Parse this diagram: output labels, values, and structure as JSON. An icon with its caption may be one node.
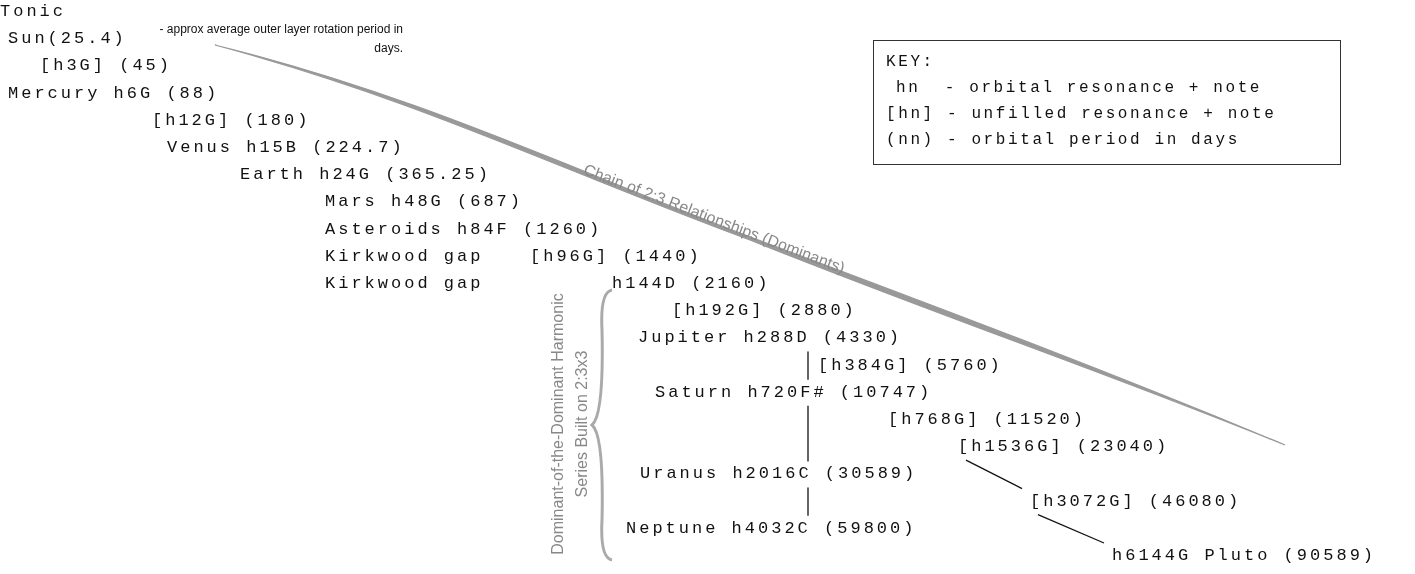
{
  "diagram": {
    "nodes": [
      {
        "text": [
          "KEY:",
          "hn  - orbital resonance + note",
          "[hn] - unfilled resonance + note",
          "(nn) - orbital period in days"
        ]
      },
      {
        "text": [
          "Jupiter h288D (4330)"
        ]
      },
      {
        "text": [
          "Saturn h720F# (10747)"
        ]
      },
      {
        "text": [
          "Uranus h2016C (30589)"
        ]
      },
      {
        "text": [
          "Neptune h4032C (59800)"
        ]
      },
      {
        "text": [
          "[h1536G] (23040)"
        ]
      },
      {
        "text": [
          "[h3072G] (46080)"
        ]
      },
      {
        "text": [
          "h6144G Pluto (90589)"
        ]
      }
    ],
    "edges": [
      {
        "from": 1,
        "to": 2,
        "arrow": "none"
      },
      {
        "from": 2,
        "to": 3,
        "arrow": "none"
      },
      {
        "from": 3,
        "to": 4,
        "arrow": "none"
      },
      {
        "from": 5,
        "to": 6,
        "arrow": "none"
      },
      {
        "from": 6,
        "to": 7,
        "arrow": "none"
      }
    ],
    "labels": [
      "Tonic",
      "Sun(25.4)",
      "- approx average outer layer rotation period in days.",
      "[h3G] (45)",
      "Mercury h6G (88)",
      "[h12G] (180)",
      "Venus h15B (224.7)",
      "Earth h24G (365.25)",
      "Mars h48G (687)",
      "Asteroids h84F (1260)",
      "Kirkwood gap",
      "[h96G] (1440)",
      "Kirkwood gap",
      "h144D (2160)",
      "[h192G] (2880)",
      "[h384G] (5760)",
      "[h768G] (11520)",
      "Chain of 2:3 Relationships (Dominants)",
      "Dominant-of-the-Dominant Harmonic Series Built on 2:3x3"
    ]
  }
}
